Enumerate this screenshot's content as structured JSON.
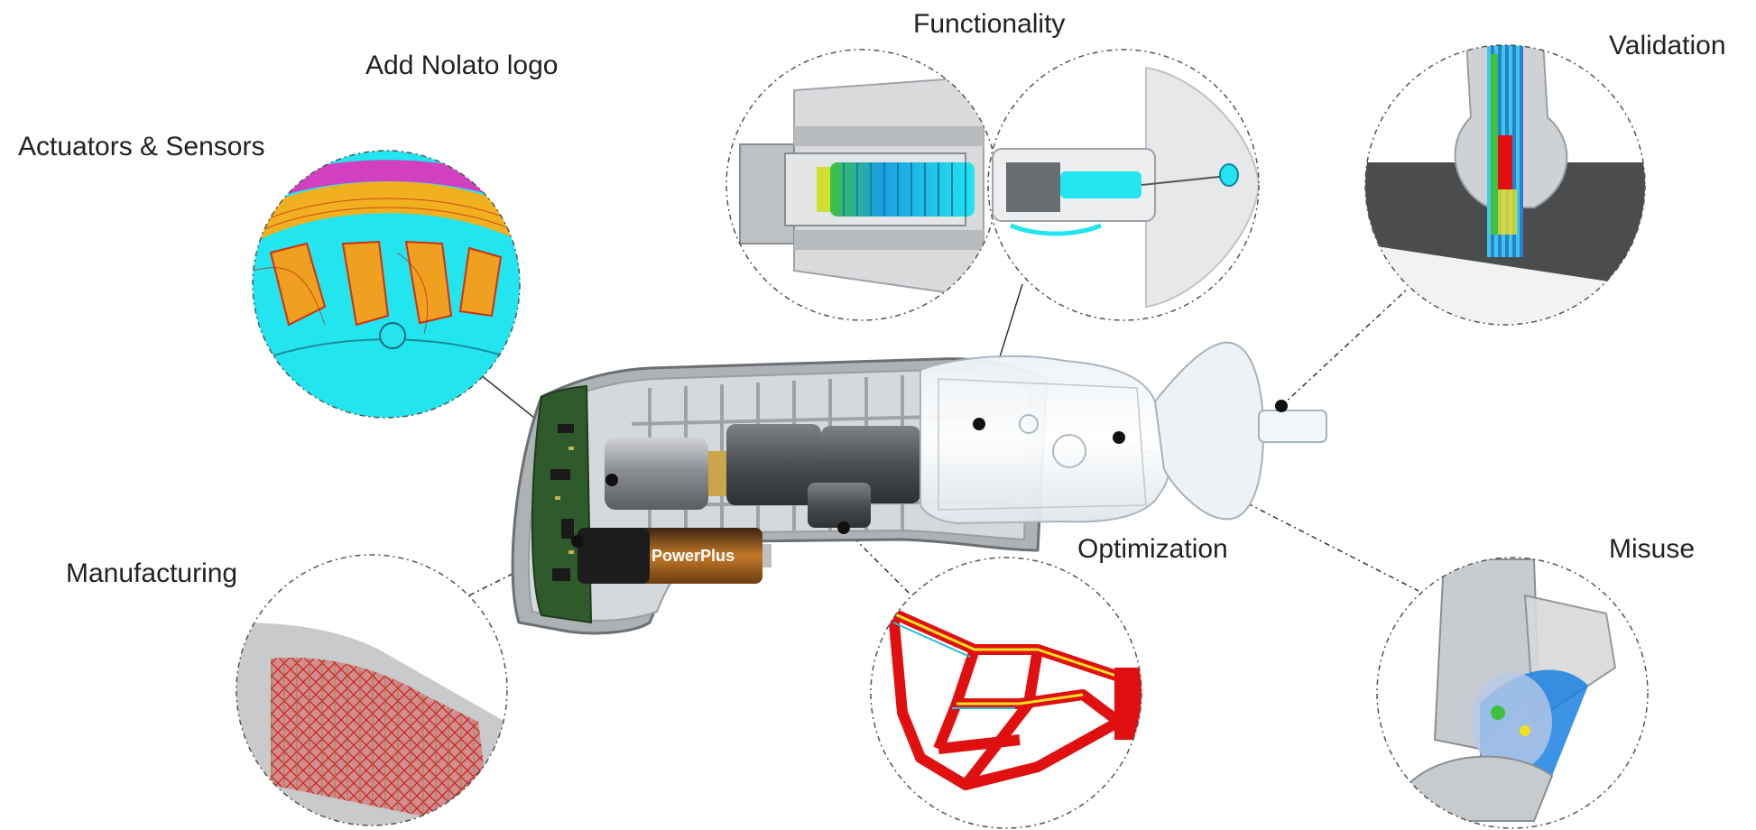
{
  "labels": {
    "functionality": "Functionality",
    "add_logo": "Add Nolato logo",
    "actuators": "Actuators & Sensors",
    "validation": "Validation",
    "manufacturing": "Manufacturing",
    "optimization": "Optimization",
    "misuse": "Misuse"
  },
  "battery": {
    "brand": "PowerPlus"
  },
  "colors": {
    "fea_cyan": "#22e5f0",
    "fea_red": "#e01010",
    "fea_yellow": "#f0e020",
    "fea_green": "#40c040",
    "fea_blue": "#1a6fe0",
    "housing_gray": "#b9bcbe",
    "callout_line": "#333333"
  },
  "icons": [
    "dashed-circle-callout",
    "callout-dot"
  ]
}
